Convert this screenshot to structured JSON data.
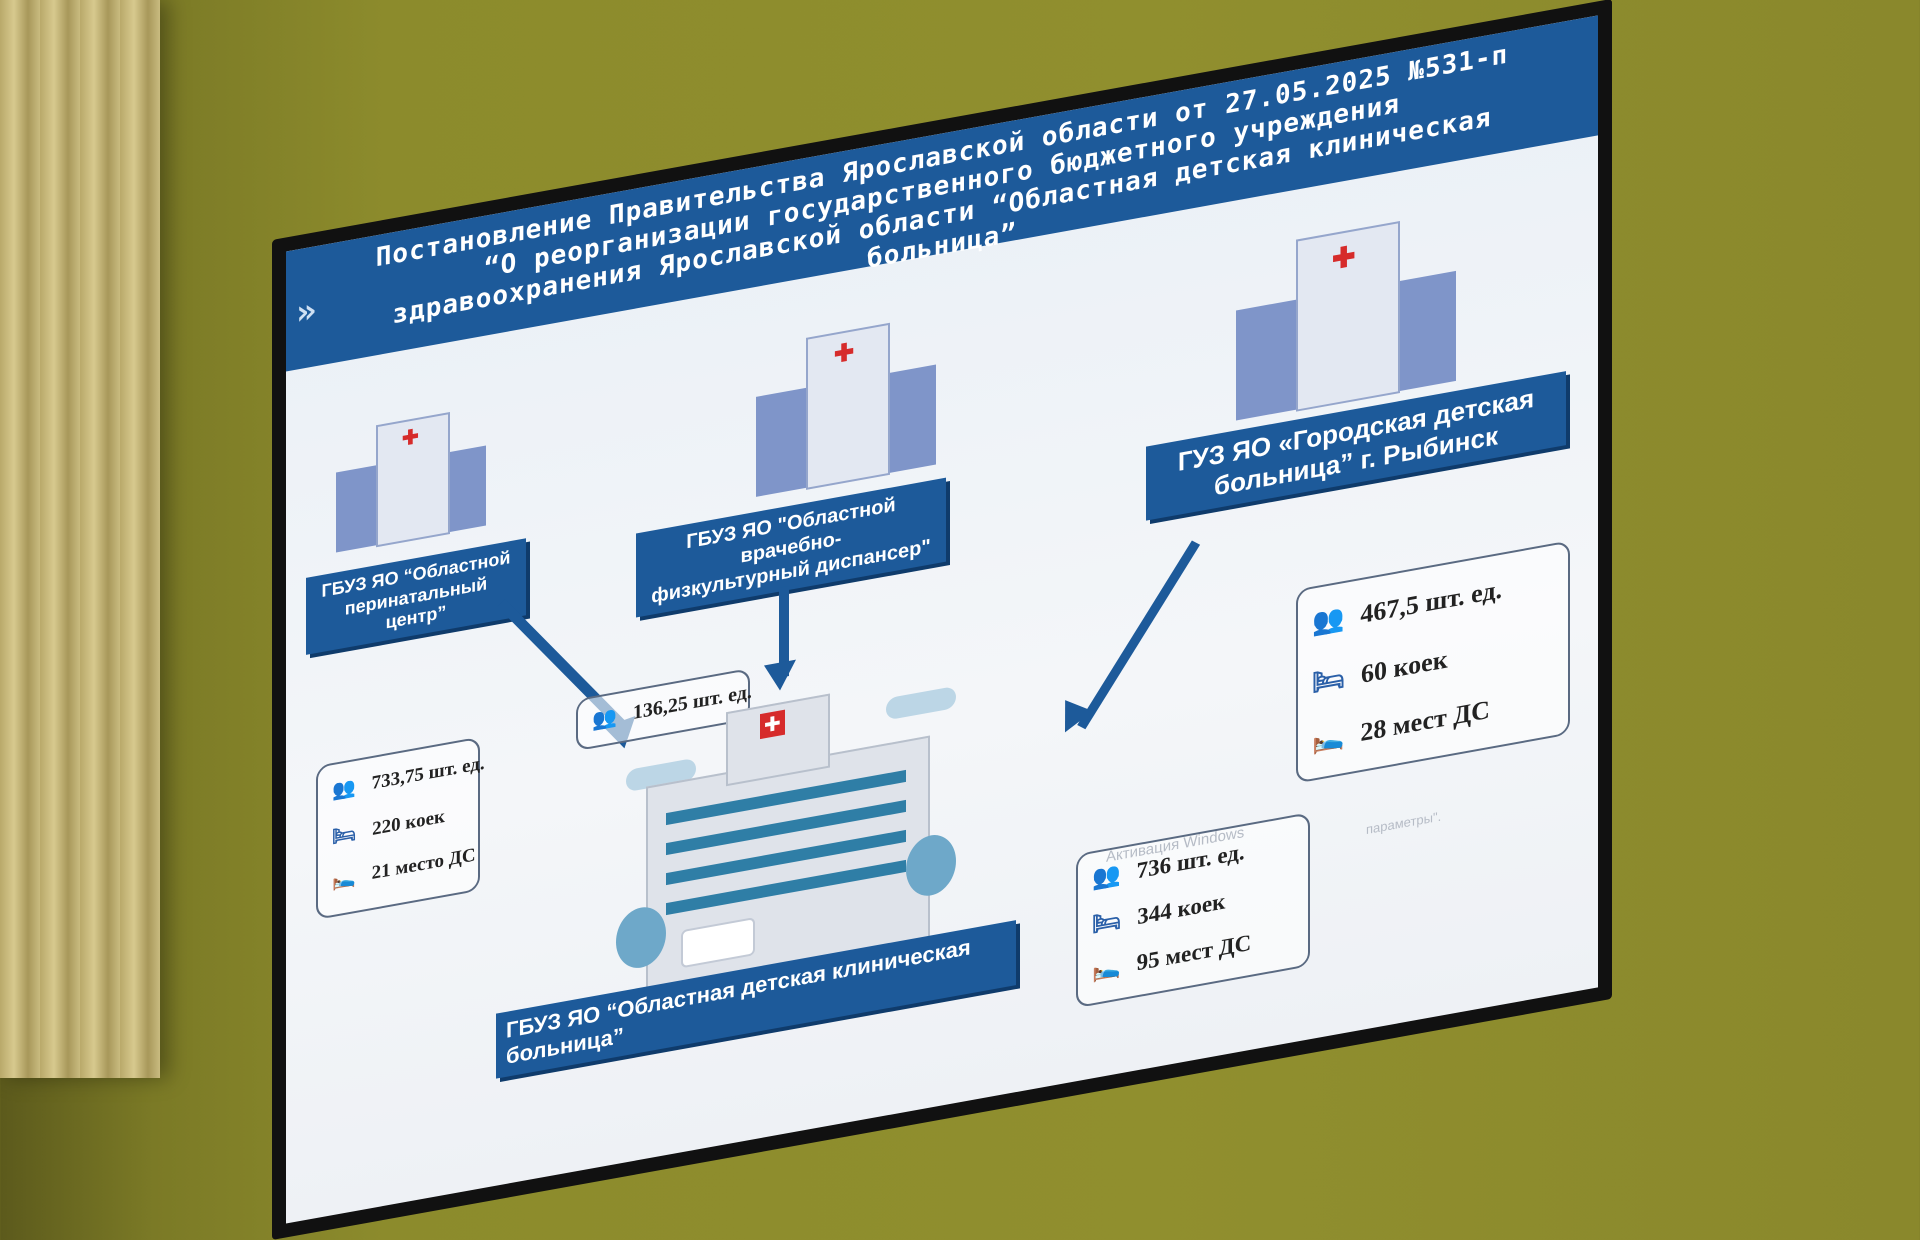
{
  "header": {
    "line1": "Постановление Правительства Ярославской области от 27.05.2025 №531-п",
    "line2": "“О реорганизации государственного бюджетного учреждения",
    "line3": "здравоохранения Ярославской области  “Областная детская клиническая",
    "line4": "больница”",
    "nav_icon": "double-chevron-right-icon"
  },
  "institutions": {
    "perinatal": {
      "line1": "ГБУЗ ЯО  “Областной",
      "line2": "перинатальный центр”"
    },
    "dispensary": {
      "line1": "ГБУЗ ЯО \"Областной врачебно-",
      "line2": "физкультурный диспансер\""
    },
    "rybinsk": {
      "line1": "ГУЗ ЯО «Городская детская",
      "line2": "больница” г. Рыбинск"
    },
    "main": {
      "label": "ГБУЗ ЯО  “Областная детская клиническая больница”"
    }
  },
  "stats": {
    "perinatal": {
      "staff": "733,75 шт. ед.",
      "beds": "220 коек",
      "day": "21 место ДС"
    },
    "dispensary": {
      "staff": "136,25 шт. ед."
    },
    "rybinsk": {
      "staff": "467,5 шт. ед.",
      "beds": "60 коек",
      "day": "28 мест ДС"
    },
    "main": {
      "staff": "736 шт. ед.",
      "beds": "344 коек",
      "day": "95 мест ДС"
    }
  },
  "watermark": {
    "line1": "Активация Windows",
    "line2": "параметры\"."
  },
  "icons": {
    "staff": "people-icon",
    "beds": "hospital-bed-icon",
    "day": "bed-icon",
    "building": "hospital-building-icon",
    "ambulance": "ambulance-icon"
  },
  "colors": {
    "accent": "#1d5a9a",
    "screen": "#eef1f5",
    "wall": "#8c8b2c"
  }
}
